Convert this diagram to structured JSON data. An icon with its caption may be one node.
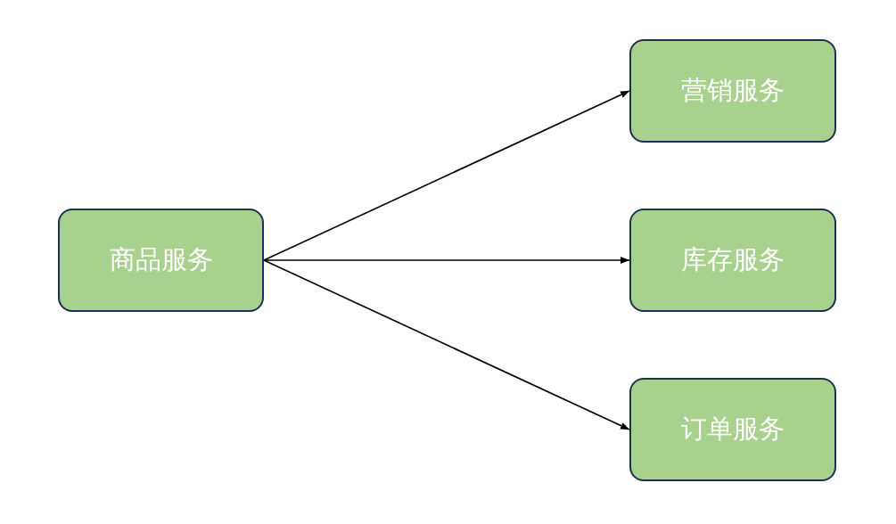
{
  "diagram": {
    "nodes": [
      {
        "text": [
          "商品服务"
        ]
      },
      {
        "text": [
          "营销服务"
        ]
      },
      {
        "text": [
          "库存服务"
        ]
      },
      {
        "text": [
          "订单服务"
        ]
      }
    ],
    "edges": [
      {
        "from": 0,
        "to": 1,
        "arrow": "to"
      },
      {
        "from": 0,
        "to": 2,
        "arrow": "to"
      },
      {
        "from": 0,
        "to": 3,
        "arrow": "to"
      }
    ]
  }
}
